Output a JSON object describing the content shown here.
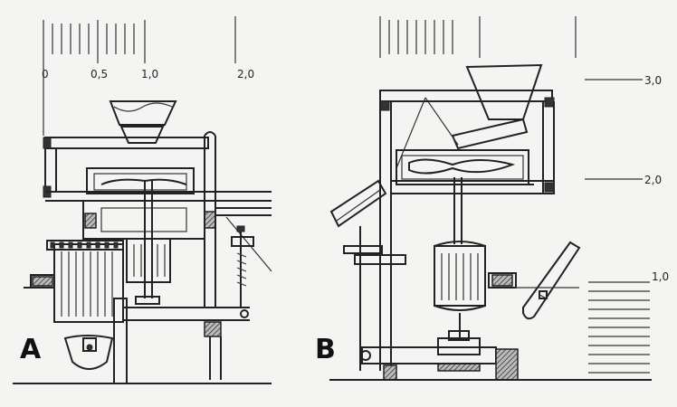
{
  "left_scale": {
    "ticks": [
      "0",
      "0,5",
      "1,0",
      "2,0"
    ]
  },
  "right_scale": {
    "ticks": [
      "3,0",
      "2,0",
      "1,0"
    ]
  },
  "panels": {
    "a": {
      "label": "A"
    },
    "b": {
      "label": "B"
    }
  }
}
